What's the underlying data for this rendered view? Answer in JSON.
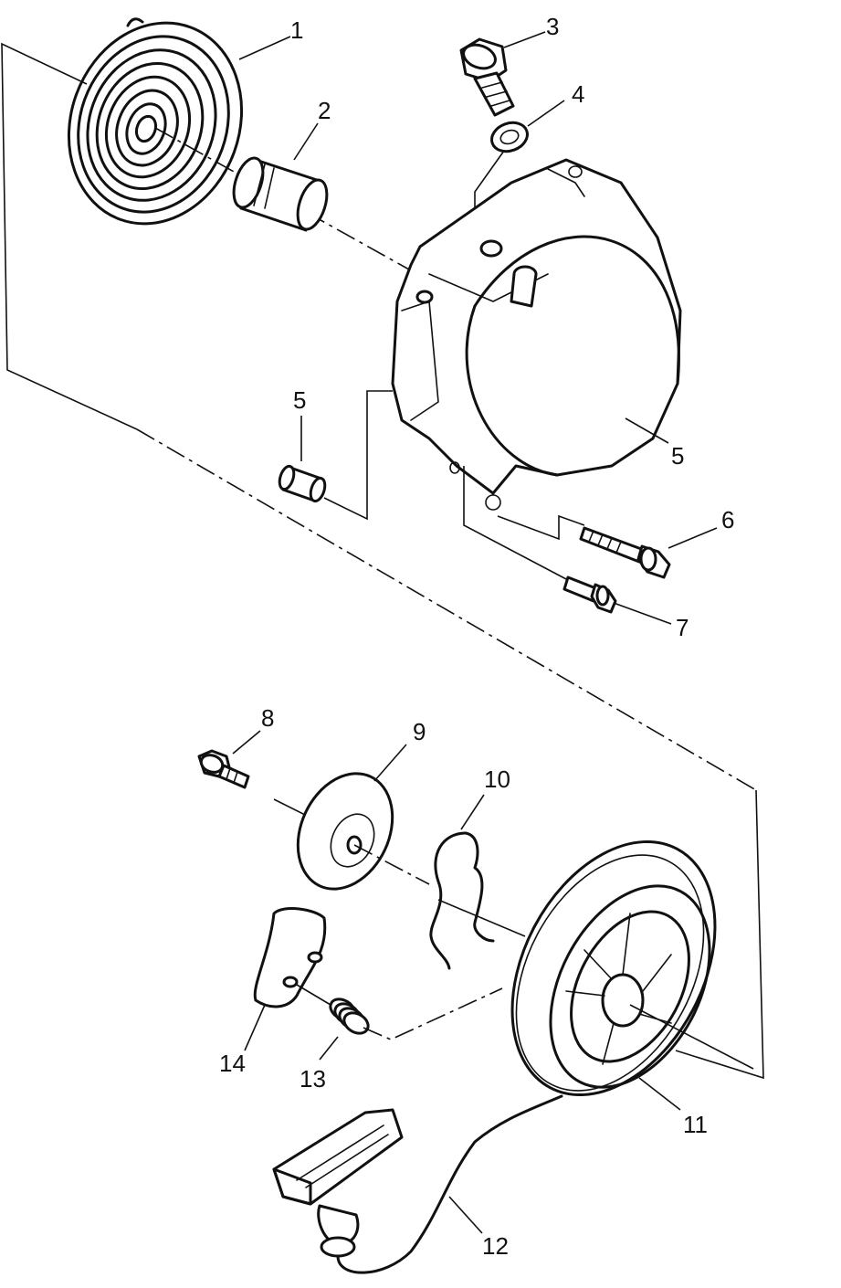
{
  "callouts": [
    {
      "id": "1",
      "label": "1"
    },
    {
      "id": "2",
      "label": "2"
    },
    {
      "id": "3",
      "label": "3"
    },
    {
      "id": "4",
      "label": "4"
    },
    {
      "id": "5a",
      "label": "5"
    },
    {
      "id": "5b",
      "label": "5"
    },
    {
      "id": "6",
      "label": "6"
    },
    {
      "id": "7",
      "label": "7"
    },
    {
      "id": "8",
      "label": "8"
    },
    {
      "id": "9",
      "label": "9"
    },
    {
      "id": "10",
      "label": "10"
    },
    {
      "id": "11",
      "label": "11"
    },
    {
      "id": "12",
      "label": "12"
    },
    {
      "id": "13",
      "label": "13"
    },
    {
      "id": "14",
      "label": "14"
    }
  ]
}
